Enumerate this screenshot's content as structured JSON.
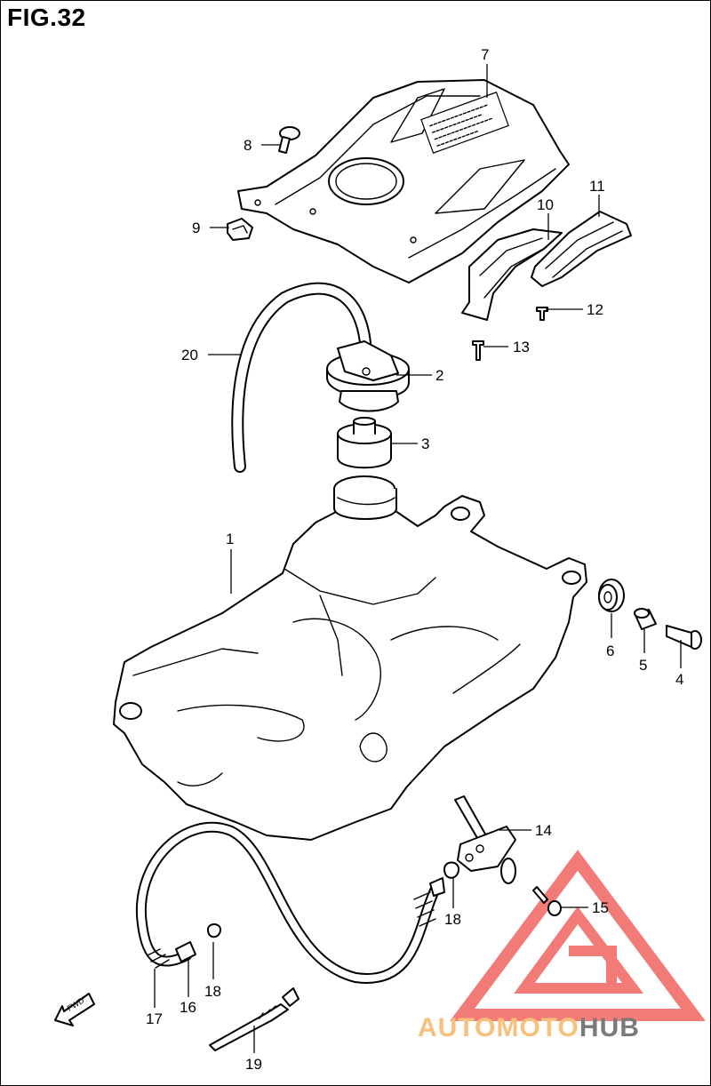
{
  "figure": {
    "title": "FIG.32"
  },
  "fwd_label": "FWD",
  "watermark": {
    "part1": "AUTOMOTO",
    "part2": "HUB",
    "color_primary": "#f0504a",
    "color_secondary": "#7a7a7a"
  },
  "callouts": [
    {
      "id": "callout-1",
      "label": "1"
    },
    {
      "id": "callout-2",
      "label": "2"
    },
    {
      "id": "callout-3",
      "label": "3"
    },
    {
      "id": "callout-4",
      "label": "4"
    },
    {
      "id": "callout-5",
      "label": "5"
    },
    {
      "id": "callout-6",
      "label": "6"
    },
    {
      "id": "callout-7",
      "label": "7"
    },
    {
      "id": "callout-8",
      "label": "8"
    },
    {
      "id": "callout-9",
      "label": "9"
    },
    {
      "id": "callout-10",
      "label": "10"
    },
    {
      "id": "callout-11",
      "label": "11"
    },
    {
      "id": "callout-12",
      "label": "12"
    },
    {
      "id": "callout-13",
      "label": "13"
    },
    {
      "id": "callout-14",
      "label": "14"
    },
    {
      "id": "callout-15",
      "label": "15"
    },
    {
      "id": "callout-16",
      "label": "16"
    },
    {
      "id": "callout-17",
      "label": "17"
    },
    {
      "id": "callout-18a",
      "label": "18"
    },
    {
      "id": "callout-18b",
      "label": "18"
    },
    {
      "id": "callout-19",
      "label": "19"
    },
    {
      "id": "callout-20",
      "label": "20"
    }
  ]
}
